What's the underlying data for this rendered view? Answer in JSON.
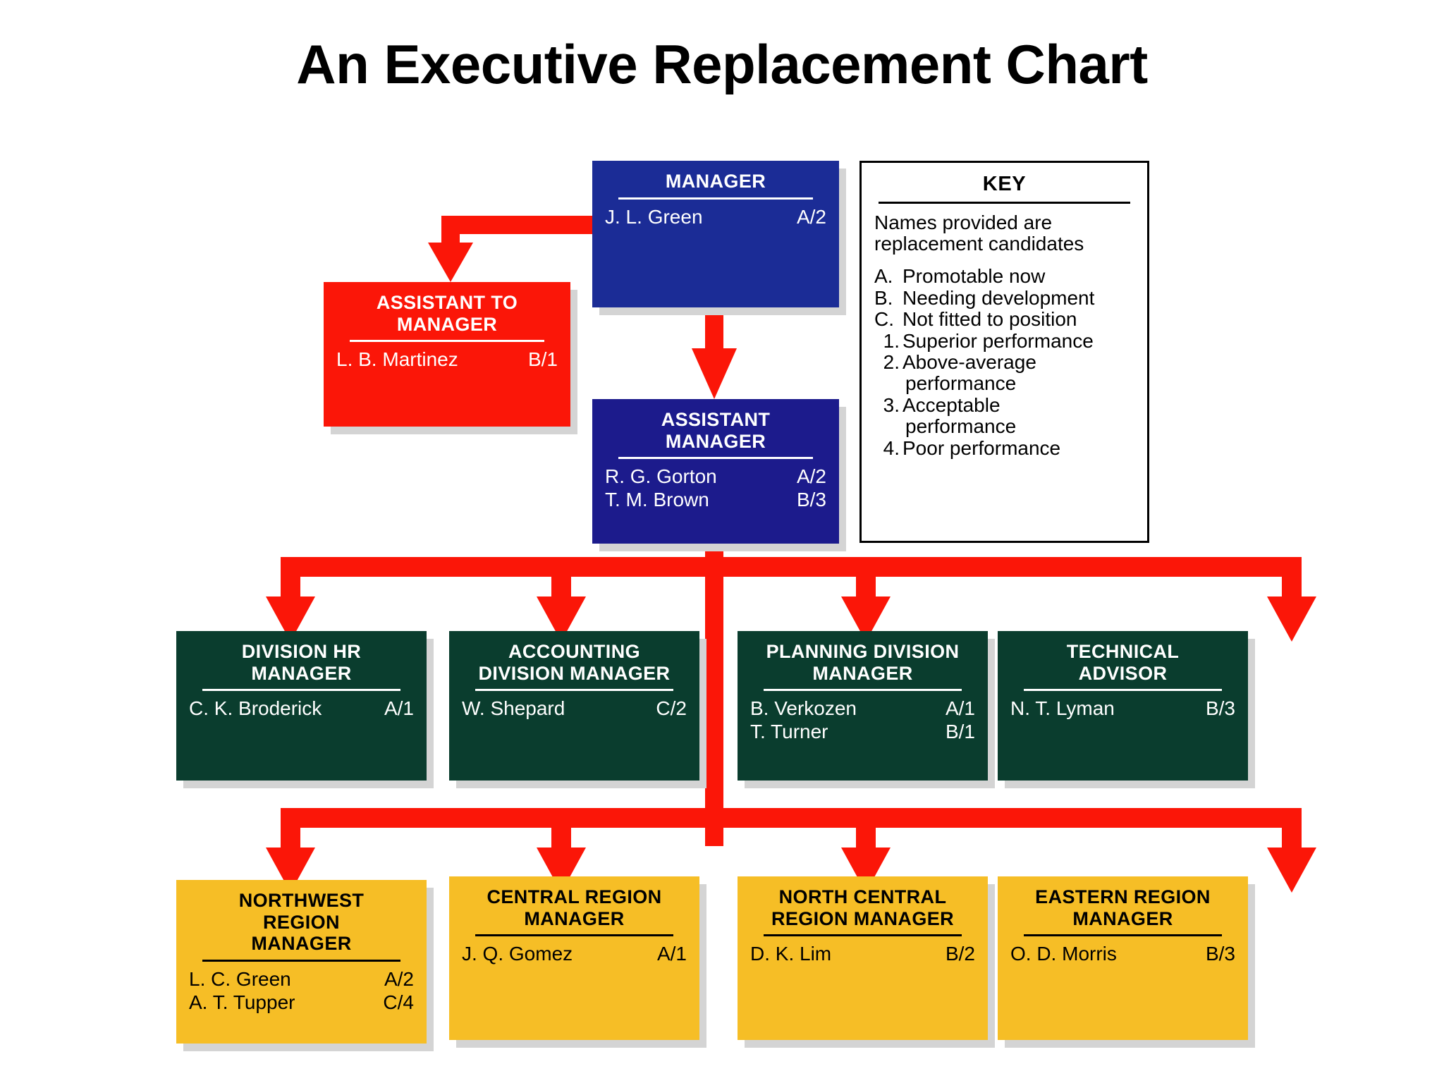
{
  "title": "An Executive Replacement Chart",
  "colors": {
    "manager_blue": "#1B2C96",
    "assistant_navy": "#1C1B8C",
    "assistant_to_red": "#FB1608",
    "division_green": "#0A3D2E",
    "region_gold": "#F6BE26",
    "connector_red": "#FB1608",
    "shadow_gray": "#d4d4d4"
  },
  "key": {
    "heading": "KEY",
    "intro_line1": "Names provided are",
    "intro_line2": "replacement candidates",
    "items": [
      {
        "marker": "A.",
        "text": "Promotable now"
      },
      {
        "marker": "B.",
        "text": "Needing development"
      },
      {
        "marker": "C.",
        "text": "Not fitted to position"
      },
      {
        "marker": "1.",
        "text": "Superior performance"
      },
      {
        "marker": "2.",
        "text": "Above-average",
        "cont": "performance"
      },
      {
        "marker": "3.",
        "text": "Acceptable",
        "cont": "performance"
      },
      {
        "marker": "4.",
        "text": "Poor performance"
      }
    ]
  },
  "nodes": {
    "manager": {
      "title": "MANAGER",
      "candidates": [
        {
          "name": "J. L. Green",
          "code": "A/2"
        }
      ]
    },
    "assistant_to_manager": {
      "title": "ASSISTANT TO\nMANAGER",
      "candidates": [
        {
          "name": "L. B. Martinez",
          "code": "B/1"
        }
      ]
    },
    "assistant_manager": {
      "title": "ASSISTANT\nMANAGER",
      "candidates": [
        {
          "name": "R. G. Gorton",
          "code": "A/2"
        },
        {
          "name": "T. M. Brown",
          "code": "B/3"
        }
      ]
    },
    "division_hr_manager": {
      "title": "DIVISION HR\nMANAGER",
      "candidates": [
        {
          "name": "C. K. Broderick",
          "code": "A/1"
        }
      ]
    },
    "accounting_division_manager": {
      "title": "ACCOUNTING\nDIVISION MANAGER",
      "candidates": [
        {
          "name": "W. Shepard",
          "code": "C/2"
        }
      ]
    },
    "planning_division_manager": {
      "title": "PLANNING DIVISION\nMANAGER",
      "candidates": [
        {
          "name": "B. Verkozen",
          "code": "A/1"
        },
        {
          "name": "T. Turner",
          "code": "B/1"
        }
      ]
    },
    "technical_advisor": {
      "title": "TECHNICAL\nADVISOR",
      "candidates": [
        {
          "name": "N. T. Lyman",
          "code": "B/3"
        }
      ]
    },
    "northwest_region_manager": {
      "title": "NORTHWEST\nREGION\nMANAGER",
      "candidates": [
        {
          "name": "L. C. Green",
          "code": "A/2"
        },
        {
          "name": "A. T. Tupper",
          "code": "C/4"
        }
      ]
    },
    "central_region_manager": {
      "title": "CENTRAL REGION\nMANAGER",
      "candidates": [
        {
          "name": "J. Q. Gomez",
          "code": "A/1"
        }
      ]
    },
    "north_central_region_manager": {
      "title": "NORTH CENTRAL\nREGION MANAGER",
      "candidates": [
        {
          "name": "D. K. Lim",
          "code": "B/2"
        }
      ]
    },
    "eastern_region_manager": {
      "title": "EASTERN REGION\nMANAGER",
      "candidates": [
        {
          "name": "O. D. Morris",
          "code": "B/3"
        }
      ]
    }
  }
}
